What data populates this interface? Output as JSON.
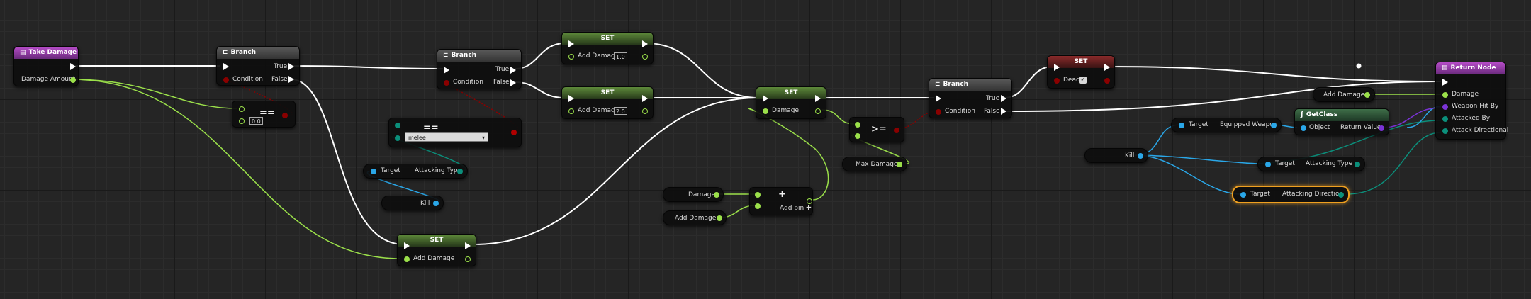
{
  "nodes": {
    "take_damage": {
      "title": "Take Damage",
      "output_damage_amount": "Damage Amount"
    },
    "branch1": {
      "title": "Branch",
      "condition": "Condition",
      "true_label": "True",
      "false_label": "False"
    },
    "eq_float": {
      "op": "==",
      "value": "0.0"
    },
    "branch2": {
      "title": "Branch",
      "condition": "Condition",
      "true_label": "True",
      "false_label": "False"
    },
    "eq_enum": {
      "op": "==",
      "dropdown": "melee"
    },
    "attacking_type_get1": {
      "target": "Target",
      "output": "Attacking Type"
    },
    "kill_var1": {
      "label": "Kill"
    },
    "set_bottom": {
      "title": "SET",
      "input": "Add Damage"
    },
    "set_one": {
      "title": "SET",
      "input": "Add Damage",
      "value": "1.0"
    },
    "set_two": {
      "title": "SET",
      "input": "Add Damage",
      "value": "2.0"
    },
    "set_damage": {
      "title": "SET",
      "input": "Damage"
    },
    "damage_var": {
      "label": "Damage"
    },
    "add_damage_var1": {
      "label": "Add Damage"
    },
    "add_node": {
      "op": "+",
      "add_pin": "Add pin"
    },
    "gte_node": {
      "op": ">="
    },
    "max_damage_var": {
      "label": "Max Damage"
    },
    "branch3": {
      "title": "Branch",
      "condition": "Condition",
      "true_label": "True",
      "false_label": "False"
    },
    "set_dead": {
      "title": "SET",
      "input": "Dead",
      "checked": "✓"
    },
    "kill_var2": {
      "label": "Kill"
    },
    "equipped_weapon_get": {
      "target": "Target",
      "output": "Equipped Weapon"
    },
    "attacking_type_get2": {
      "target": "Target",
      "output": "Attacking Type"
    },
    "attacking_direction_get": {
      "target": "Target",
      "output": "Attacking Direction"
    },
    "getclass": {
      "title": "GetClass",
      "fn": "ƒ",
      "input": "Object",
      "output": "Return Value"
    },
    "add_damage_var2": {
      "label": "Add Damage"
    },
    "return_node": {
      "title": "Return Node",
      "pins": [
        "Damage",
        "Weapon Hit By",
        "Attacked By",
        "Attack Directional"
      ]
    }
  },
  "colors": {
    "exec": "#ffffff",
    "float": "#9be04a",
    "object": "#2aa7e8",
    "bool": "#8a0000",
    "enum": "#0b8f7b",
    "class": "#7a33d6"
  }
}
